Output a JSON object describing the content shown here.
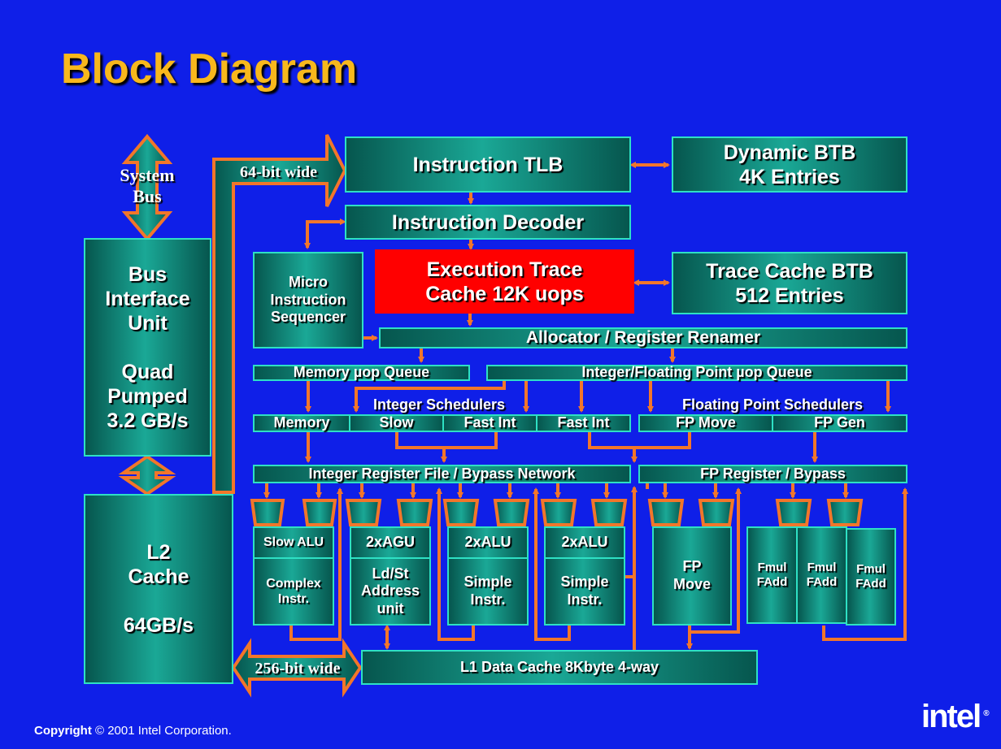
{
  "title": "Block Diagram",
  "labels": {
    "system_bus": "System\nBus",
    "bus_64": "64-bit wide",
    "bus_256": "256-bit wide",
    "int_sched": "Integer Schedulers",
    "fp_sched": "Floating Point Schedulers"
  },
  "blocks": {
    "itlb": "Instruction TLB",
    "dyn_btb": "Dynamic BTB\n4K Entries",
    "decoder": "Instruction Decoder",
    "ms": "Micro\nInstruction\nSequencer",
    "trace_cache": "Execution Trace\nCache 12K uops",
    "tc_btb": "Trace Cache BTB\n512 Entries",
    "allocator": "Allocator / Register Renamer",
    "mem_queue": "Memory µop Queue",
    "ifp_queue": "Integer/Floating Point µop Queue",
    "sched_memory": "Memory",
    "sched_slow": "Slow",
    "sched_fastint_1": "Fast Int",
    "sched_fastint_2": "Fast Int",
    "sched_fpmove": "FP Move",
    "sched_fpgen": "FP Gen",
    "int_regfile": "Integer Register File / Bypass Network",
    "fp_regfile": "FP Register / Bypass",
    "biu": "Bus\nInterface\nUnit\n\nQuad\nPumped\n3.2 GB/s",
    "l2": "L2\nCache\n\n64GB/s",
    "l1": "L1 Data Cache 8Kbyte 4-way",
    "slow_alu_top": "Slow ALU",
    "slow_alu_bot": "Complex\nInstr.",
    "agu_top": "2xAGU",
    "agu_bot": "Ld/St\nAddress\nunit",
    "alu1_top": "2xALU",
    "alu1_bot": "Simple\nInstr.",
    "alu2_top": "2xALU",
    "alu2_bot": "Simple\nInstr.",
    "fp_move": "FP\nMove",
    "fmul1": "Fmul\nFAdd",
    "fmul2": "Fmul\nFAdd",
    "fmul3": "Fmul\nFAdd"
  },
  "footer": {
    "copyright_bold": "Copyright",
    "copyright_rest": " © 2001 Intel Corporation.",
    "logo": "intel",
    "logo_reg": "®"
  },
  "colors": {
    "background": "#0f1fe8",
    "title": "#f8b81c",
    "wire": "#f2762a",
    "block_edge": "#2ee0c4",
    "trace_cache": "#ff0000"
  }
}
